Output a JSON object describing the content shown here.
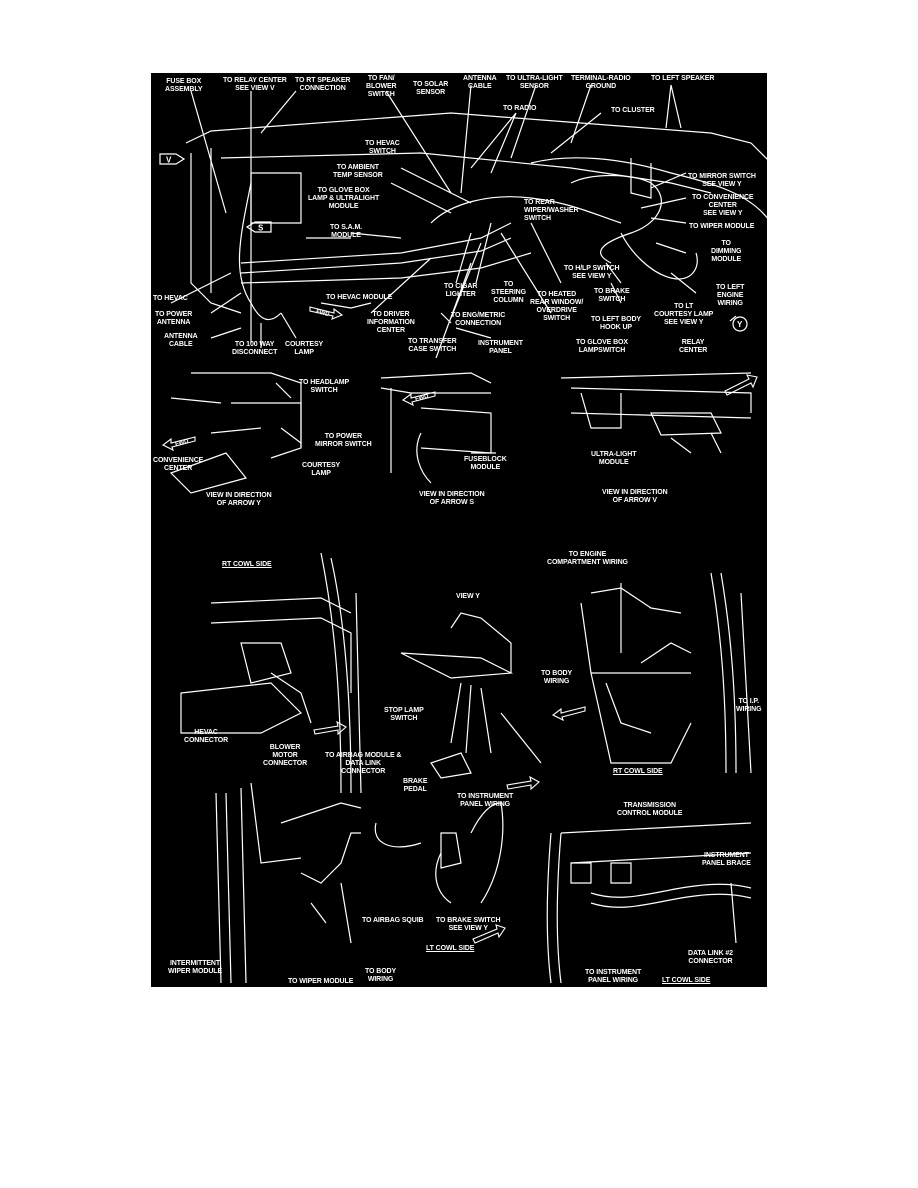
{
  "document": {
    "type": "wiring harness routing diagram",
    "background_color": "#000000",
    "line_color": "#ffffff"
  },
  "main_view": {
    "labels": {
      "fuse_box_assembly": "FUSE BOX\nASSEMBLY",
      "to_relay_center": "TO RELAY CENTER\nSEE VIEW V",
      "to_rt_speaker": "TO RT SPEAKER\nCONNECTION",
      "to_fan_blower": "TO FAN/\nBLOWER\nSWITCH",
      "to_solar_sensor": "TO SOLAR\nSENSOR",
      "antenna_cable_top": "ANTENNA\nCABLE",
      "to_ultralight_sensor": "TO ULTRA-LIGHT\nSENSOR",
      "terminal_radio_ground": "TERMINAL-RADIO\nGROUND",
      "to_left_speaker": "TO LEFT SPEAKER",
      "to_radio": "TO RADIO",
      "to_cluster": "TO CLUSTER",
      "to_hevac_switch": "TO HEVAC\nSWITCH",
      "to_ambient_temp": "TO AMBIENT\nTEMP SENSOR",
      "to_glove_box_lamp": "TO GLOVE BOX\nLAMP & ULTRALIGHT\nMODULE",
      "to_sam_module": "TO S.A.M.\nMODULE",
      "to_rear_wiper": "TO REAR\nWIPER/WASHER\nSWITCH",
      "to_mirror_switch": "TO MIRROR SWITCH\nSEE VIEW Y",
      "to_convenience_center": "TO CONVENIENCE\nCENTER\nSEE VIEW Y",
      "to_wiper_module": "TO WIPER MODULE",
      "to_dimming_module": "TO\nDIMMING\nMODULE",
      "to_hlp_switch": "TO H/LP SWITCH\nSEE VIEW Y",
      "to_brake_switch": "TO BRAKE\nSWITCH",
      "to_left_engine_wiring": "TO LEFT\nENGINE\nWIRING",
      "to_lt_courtesy_lamp": "TO LT\nCOURTESY LAMP\nSEE VIEW Y",
      "to_left_body_hookup": "TO LEFT BODY\nHOOK UP",
      "to_heated_rear_window": "TO HEATED\nREAR WINDOW/\nOVERDRIVE\nSWITCH",
      "to_steering_column": "TO\nSTEERING\nCOLUMN",
      "to_cigar_lighter": "TO CIGAR\nLIGHTER",
      "to_eng_metric": "TO ENG/METRIC\nCONNECTION",
      "to_hevac": "TO HEVAC",
      "to_hevac_module": "TO HEVAC MODULE",
      "to_driver_info": "TO DRIVER\nINFORMATION\nCENTER",
      "to_power_antenna": "TO POWER\nANTENNA",
      "antenna_cable_bottom": "ANTENNA\nCABLE",
      "to_100_way": "TO 100 WAY\nDISCONNECT",
      "courtesy_lamp": "COURTESY\nLAMP",
      "to_transfer_case": "TO TRANSFER\nCASE SWITCH"
    },
    "arrow_markers": [
      "V",
      "S",
      "Y"
    ],
    "fwd_label": "FWD"
  },
  "view_y_panel": {
    "labels": {
      "to_headlamp_switch": "TO HEADLAMP\nSWITCH",
      "to_power_mirror": "TO POWER\nMIRROR SWITCH",
      "convenience_center": "CONVENIENCE\nCENTER",
      "courtesy_lamp": "COURTESY\nLAMP"
    },
    "caption": "VIEW IN DIRECTION\nOF ARROW Y"
  },
  "view_s_panel": {
    "labels": {
      "instrument_panel": "INSTRUMENT\nPANEL",
      "fuseblock_module": "FUSEBLOCK\nMODULE"
    },
    "caption": "VIEW IN DIRECTION\nOF ARROW S"
  },
  "view_v_panel": {
    "labels": {
      "to_glove_box_lampswitch": "TO GLOVE BOX\nLAMPSWITCH",
      "relay_center": "RELAY\nCENTER",
      "ultralight_module": "ULTRA-LIGHT\nMODULE"
    },
    "caption": "VIEW IN DIRECTION\nOF ARROW V"
  },
  "rt_cowl_left_panel": {
    "title": "RT COWL SIDE",
    "labels": {
      "hevac_connector": "HEVAC\nCONNECTOR",
      "blower_motor_connector": "BLOWER\nMOTOR\nCONNECTOR",
      "to_airbag_module": "TO AIRBAG MODULE &\nDATA LINK\nCONNECTOR"
    }
  },
  "view_y_detail": {
    "title": "VIEW Y",
    "labels": {
      "stop_lamp_switch": "STOP LAMP\nSWITCH"
    }
  },
  "rt_cowl_right_panel": {
    "caption": "RT COWL SIDE",
    "labels": {
      "to_engine_compartment": "TO ENGINE\nCOMPARTMENT WIRING",
      "to_body_wiring": "TO BODY\nWIRING",
      "to_ip_wiring": "TO I.P.\nWIRING"
    }
  },
  "lt_cowl_left_panel": {
    "caption": "LT COWL SIDE",
    "labels": {
      "brake_pedal": "BRAKE\nPEDAL",
      "to_instrument_panel_wiring": "TO INSTRUMENT\nPANEL WIRING",
      "to_airbag_squib": "TO AIRBAG SQUIB",
      "to_brake_switch": "TO BRAKE SWITCH\nSEE VIEW Y",
      "intermittent_wiper": "INTERMITTENT\nWIPER MODULE",
      "to_wiper_module": "TO WIPER MODULE",
      "to_body_wiring": "TO BODY\nWIRING"
    }
  },
  "lt_cowl_right_panel": {
    "caption": "LT COWL SIDE",
    "labels": {
      "transmission_control_module": "TRANSMISSION\nCONTROL MODULE",
      "instrument_panel_brace": "INSTRUMENT\nPANEL BRACE",
      "data_link_2": "DATA LINK #2\nCONNECTOR",
      "to_instrument_panel_wiring": "TO INSTRUMENT\nPANEL WIRING"
    }
  }
}
